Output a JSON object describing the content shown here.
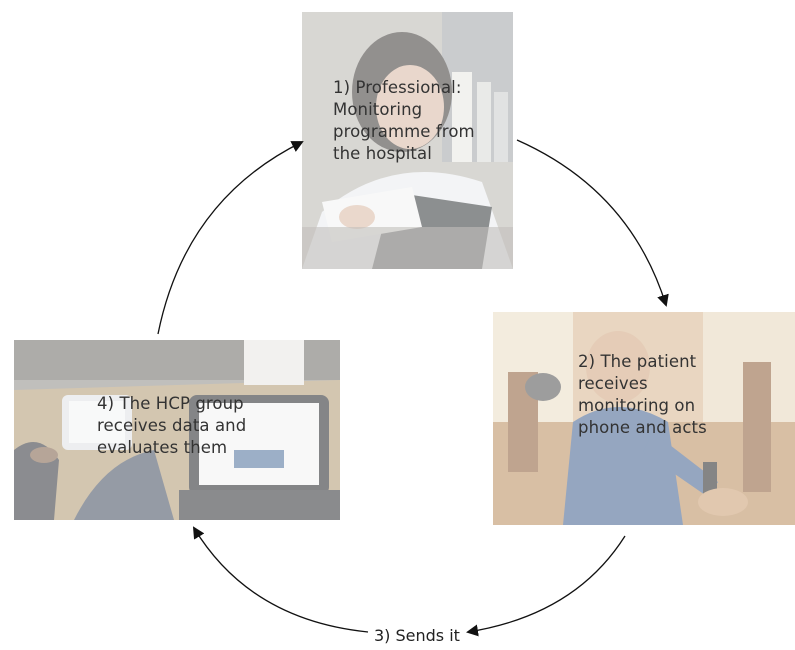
{
  "steps": {
    "professional": "1) Professional:\nMonitoring\nprogramme from\nthe hospital",
    "patient": "2) The patient\nreceives\nmonitoring on\nphone and acts",
    "sends": "3) Sends it",
    "hcp": "4) The HCP group\nreceives data and\nevaluates them"
  },
  "colors": {
    "arrow": "#111111",
    "caption": "#333333"
  }
}
